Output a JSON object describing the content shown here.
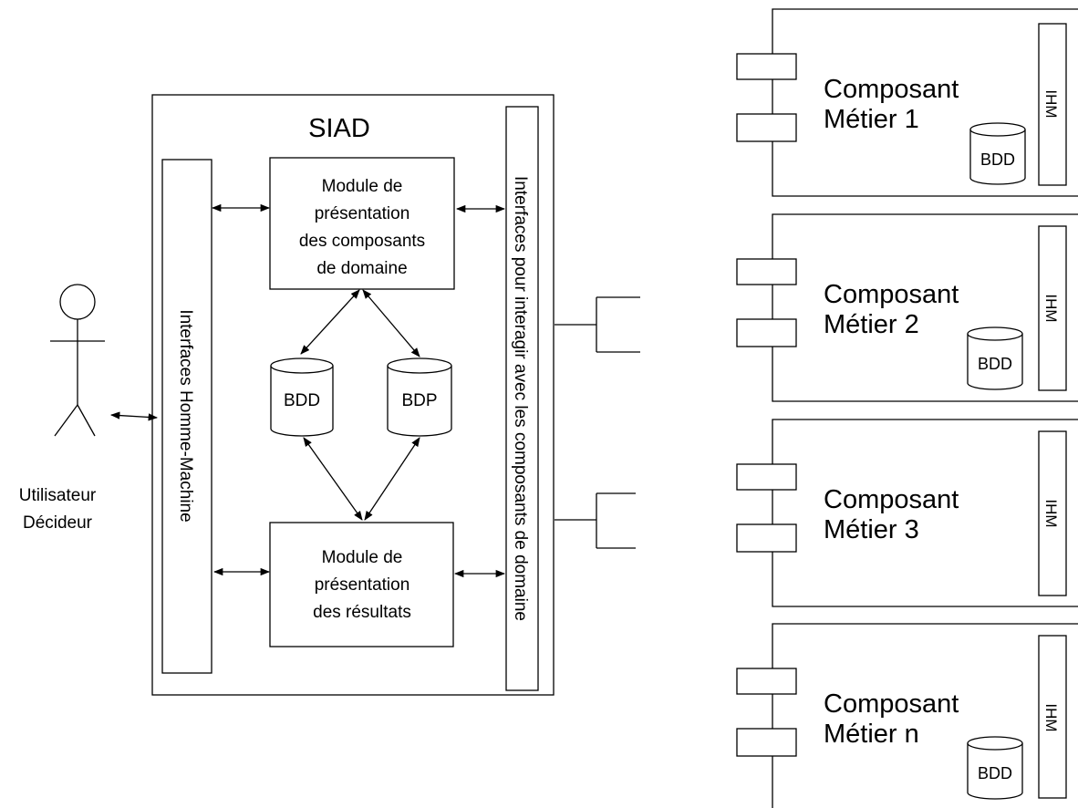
{
  "actor": {
    "line1": "Utilisateur",
    "line2": "Décideur"
  },
  "siad": {
    "title": "SIAD",
    "hmi_interface": "Interfaces Homme-Machine",
    "component_interface": "Interfaces pour interagir avec les composants de domaine",
    "module_domain": {
      "line1": "Module de",
      "line2": "présentation",
      "line3": "des composants",
      "line4": "de domaine"
    },
    "module_results": {
      "line1": "Module de",
      "line2": "présentation",
      "line3": "des résultats"
    },
    "db_bdd": "BDD",
    "db_bdp": "BDP"
  },
  "components": [
    {
      "line1": "Composant",
      "line2": "Métier 1",
      "ihm": "IHM",
      "db": "BDD"
    },
    {
      "line1": "Composant",
      "line2": "Métier 2",
      "ihm": "IHM",
      "db": "BDD"
    },
    {
      "line1": "Composant",
      "line2": "Métier 3",
      "ihm": "IHM"
    },
    {
      "line1": "Composant",
      "line2": "Métier n",
      "ihm": "IHM",
      "db": "BDD"
    }
  ]
}
